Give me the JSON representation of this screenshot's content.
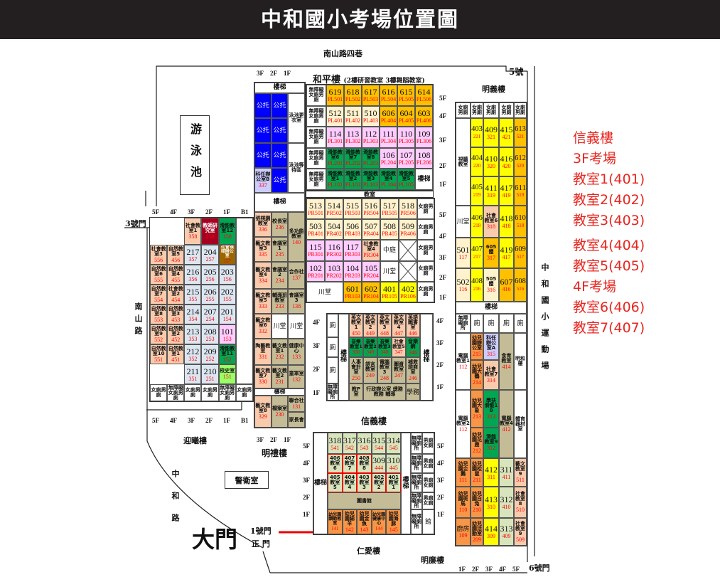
{
  "title": "中和國小考場位置圖",
  "palette": {
    "or": "#ffc000",
    "cr": "#fff2cc",
    "pk": "#ffccff",
    "gr": "#00a651",
    "sa": "#f8cbad",
    "ye": "#ffff00",
    "wh": "#ffffff",
    "tn": "#c4bc96",
    "bl": "#0000ff",
    "lv": "#ccccff",
    "dr": "#a50021",
    "br": "#9c6500",
    "lb": "#dce6f1",
    "lg": "#d8e4bc",
    "og": "#f79646",
    "mg": "#99ff66",
    "ex": "#d8e4bc",
    "none": "transparent"
  },
  "labels": {
    "road_top": "南山路四巷",
    "gate5": "5號",
    "gate3": "3號門",
    "road_left": "南山路",
    "road_zhonghe": "中和路",
    "guard": "警衛室",
    "main_gate": "大門",
    "gate1": "1號門",
    "gate1_sub": "正  門",
    "gate6": "6號門",
    "pool": "游泳池",
    "playground": "中和國小運動場",
    "heping": "和平樓",
    "heping_note": "(2樓研習教室 3樓舞蹈教室)",
    "heping_mid": "教室",
    "yingxi": "迎曦樓",
    "minli": "明禮樓",
    "mingyi": "明義樓",
    "xinyi": "信義樓",
    "renai": "仁愛樓",
    "minglian": "明廉樓"
  },
  "floors": {
    "heping": [
      "5F",
      "4F",
      "3F",
      "2F",
      "1F",
      "5F",
      "4F",
      "3F",
      "2F",
      "1F"
    ],
    "yingxi_top": [
      "5F",
      "4F",
      "3F",
      "2F",
      "1F",
      "B1"
    ],
    "yingxi_bottom": [
      "5F",
      "4F",
      "3F",
      "2F",
      "1F",
      "B1"
    ],
    "minli_top": [
      "3F",
      "2F",
      "1F"
    ],
    "minli_bottom": [
      "3F",
      "2F",
      "1F"
    ],
    "xinyi_left": [
      "4F",
      "3F",
      "2F",
      "1F"
    ],
    "xinyi_right": [
      "4F",
      "3F",
      "2F",
      "1F"
    ],
    "renai_left": [
      "5F",
      "4F",
      "3F",
      "2F",
      "1F"
    ],
    "renai_right": [
      "5F",
      "4F",
      "3F",
      "2F",
      "1F"
    ],
    "mingyi_bottom": [
      "1F",
      "2F",
      "3F",
      "4F",
      "5F"
    ]
  },
  "legend": [
    "信義樓",
    "3F考場",
    "教室1(401)",
    "教室2(402)",
    "教室3(403)",
    "教室4(404)",
    "教室5(405)",
    "4F考場",
    "教室6(406)",
    "教室7(407)"
  ],
  "buildings": {
    "heping_top": [
      [
        "無障礙女廁男廁",
        "",
        "wh"
      ],
      [
        "619",
        "PL501",
        "or"
      ],
      [
        "618",
        "PL502",
        "or"
      ],
      [
        "617",
        "PL503",
        "or"
      ],
      [
        "616",
        "PL504",
        "or"
      ],
      [
        "615",
        "PL505",
        "or"
      ],
      [
        "614",
        "PL506",
        "or"
      ],
      [
        "無障礙女廁男廁",
        "",
        "wh"
      ],
      [
        "512",
        "PL401",
        "cr"
      ],
      [
        "511",
        "PL402",
        "cr"
      ],
      [
        "510",
        "PL403",
        "cr"
      ],
      [
        "606",
        "PL404",
        "or"
      ],
      [
        "604",
        "PL405",
        "or"
      ],
      [
        "603",
        "PL406",
        "or"
      ],
      [
        "無障礙女廁男廁",
        "",
        "wh"
      ],
      [
        "114",
        "PL301",
        "pk"
      ],
      [
        "113",
        "PL302",
        "pk"
      ],
      [
        "112",
        "PL303",
        "pk"
      ],
      [
        "111",
        "PL304",
        "pk"
      ],
      [
        "110",
        "PL305",
        "pk"
      ],
      [
        "109",
        "PL306",
        "pk"
      ],
      [
        "無障礙女廁男廁",
        "",
        "wh"
      ],
      [
        "滑能教室6",
        "PL201",
        "gr"
      ],
      [
        "滑能教室7",
        "PL202",
        "gr"
      ],
      [
        "滑能教室8",
        "PL203",
        "gr"
      ],
      [
        "106",
        "PL204",
        "pk"
      ],
      [
        "107",
        "PL205",
        "pk"
      ],
      [
        "108",
        "PL206",
        "pk"
      ],
      [
        "無障礙女廁男廁",
        "",
        "wh"
      ],
      [
        "滑能教室1",
        "PL101",
        "gr"
      ],
      [
        "滑能教室2",
        "PL102",
        "gr"
      ],
      [
        "滑能教室3",
        "PL103",
        "gr"
      ],
      [
        "滑能教室4",
        "PL104",
        "gr"
      ],
      [
        "滑能教室5",
        "PL105",
        "gr"
      ],
      [
        "樓梯",
        "",
        "wh"
      ]
    ],
    "heping_bottom": [
      [
        "513",
        "PR501",
        "cr"
      ],
      [
        "514",
        "PR502",
        "cr"
      ],
      [
        "515",
        "PR503",
        "cr"
      ],
      [
        "516",
        "PR504",
        "cr"
      ],
      [
        "517",
        "PR505",
        "cr"
      ],
      [
        "518",
        "PR506",
        "cr"
      ],
      [
        "女廁男廁",
        "",
        "wh"
      ],
      [
        "503",
        "PR401",
        "cr"
      ],
      [
        "504",
        "PR402",
        "cr"
      ],
      [
        "506",
        "PR403",
        "cr"
      ],
      [
        "507",
        "PR404",
        "cr"
      ],
      [
        "508",
        "PR405",
        "cr"
      ],
      [
        "509",
        "PR406",
        "cr"
      ],
      [
        "女廁男廁",
        "",
        "wh"
      ],
      [
        "115",
        "PR301",
        "pk"
      ],
      [
        "116",
        "PR302",
        "pk"
      ],
      [
        "117",
        "PR303",
        "pk"
      ],
      [
        "社會教室4",
        "PR304",
        "sa"
      ],
      [
        "中庭",
        "",
        "wh"
      ],
      [
        "",
        "",
        "wh"
      ],
      [
        "女廁男廁",
        "",
        "wh"
      ],
      [
        "102",
        "PR201",
        "pk"
      ],
      [
        "103",
        "PR202",
        "pk"
      ],
      [
        "104",
        "PR203",
        "pk"
      ],
      [
        "105",
        "PR204",
        "pk"
      ],
      [
        "川堂",
        "",
        "wh"
      ],
      [
        "",
        "",
        "wh"
      ],
      [
        "女廁男廁",
        "",
        "wh"
      ],
      [
        "川堂",
        "",
        "wh"
      ],
      [
        "601",
        "PR103",
        "or"
      ],
      [
        "602",
        "PR104",
        "or"
      ],
      [
        "401",
        "PR105",
        "ye"
      ],
      [
        "402",
        "PR106",
        "ye"
      ],
      [
        "女廁男廁",
        "",
        "wh"
      ]
    ],
    "xinyi": [
      [
        "廁",
        "",
        "wh"
      ],
      [
        "樓梯",
        "",
        "wh"
      ],
      [
        "英文教室1",
        "450",
        "sa"
      ],
      [
        "英文教室2",
        "449",
        "sa"
      ],
      [
        "英文教室3",
        "448",
        "sa"
      ],
      [
        "英文教室4",
        "447",
        "sa"
      ],
      [
        "英語圖書室",
        "446",
        "sa"
      ],
      [
        "樓梯",
        "",
        "wh"
      ],
      [
        "廁",
        "",
        "wh"
      ],
      [
        "音樂教室1",
        "350",
        "gr"
      ],
      [
        "音樂教室2",
        "349",
        "gr"
      ],
      [
        "音樂教室3",
        "348",
        "gr"
      ],
      [
        "社會教室5",
        "347",
        "sa"
      ],
      [
        "音樂網",
        "346",
        "gr"
      ],
      [
        "廁",
        "",
        "wh"
      ],
      [
        "人事會計室",
        "250",
        "tn"
      ],
      [
        "語言教室",
        "249",
        "tn"
      ],
      [
        "電腦教室3",
        "248",
        "tn"
      ],
      [
        "圖資教室",
        "247",
        "tn"
      ],
      [
        "補救諮商室",
        "246",
        "tn"
      ],
      [
        "無障礙廁所",
        "",
        "wh"
      ],
      [
        "教P室",
        "",
        "tn"
      ],
      [
        "行政辦公室 總務 教務 輔導",
        "",
        "tn"
      ],
      [
        "學務",
        "",
        "tn"
      ]
    ],
    "yingxi": [
      [
        "",
        "",
        "none"
      ],
      [
        "",
        "",
        "none"
      ],
      [
        "社會教室1",
        "358",
        "sa"
      ],
      [
        "教師研究室",
        "258",
        "dr"
      ],
      [
        "滑能教室12",
        "158",
        "gr"
      ],
      [
        "",
        "",
        "wh"
      ],
      [
        "社會教室3",
        "556",
        "sa"
      ],
      [
        "自然教室5",
        "456",
        "sa"
      ],
      [
        "217",
        "357",
        "lb"
      ],
      [
        "204",
        "257",
        "lb"
      ],
      [
        "社會領域辦公室",
        "157",
        "br"
      ],
      [
        "自然教室6",
        "555",
        "sa"
      ],
      [
        "自然教室4",
        "455",
        "sa"
      ],
      [
        "216",
        "356",
        "lb"
      ],
      [
        "205",
        "256",
        "lb"
      ],
      [
        "203",
        "156",
        "lb"
      ],
      [
        "自然教室7",
        "554",
        "sa"
      ],
      [
        "社會教室2",
        "454",
        "sa"
      ],
      [
        "215",
        "355",
        "lb"
      ],
      [
        "206",
        "255",
        "lb"
      ],
      [
        "202",
        "155",
        "lb"
      ],
      [
        "自然教室8",
        "553",
        "sa"
      ],
      [
        "自然教室3",
        "453",
        "sa"
      ],
      [
        "214",
        "354",
        "lb"
      ],
      [
        "207",
        "254",
        "lb"
      ],
      [
        "201",
        "154",
        "lb"
      ],
      [
        "自然教室9",
        "552",
        "sa"
      ],
      [
        "自然教室2",
        "452",
        "sa"
      ],
      [
        "213",
        "353",
        "lb"
      ],
      [
        "208",
        "253",
        "lb"
      ],
      [
        "101",
        "153",
        "pk"
      ],
      [
        "自然教室10",
        "551",
        "sa"
      ],
      [
        "自然教室1",
        "451",
        "sa"
      ],
      [
        "212",
        "352",
        "lb"
      ],
      [
        "209",
        "252",
        "lb"
      ],
      [
        "滑能教室11",
        "152",
        "gr"
      ],
      [
        "",
        "",
        "none"
      ],
      [
        "",
        "",
        "none"
      ],
      [
        "211",
        "351",
        "lb"
      ],
      [
        "210",
        "251",
        "lb"
      ],
      [
        "校史室",
        "151",
        "mg"
      ],
      [
        "女廁男廁",
        "",
        "wh"
      ],
      [
        "無障礙女廁男廁",
        "",
        "wh"
      ],
      [
        "女廁男廁",
        "",
        "wh"
      ],
      [
        "女廁男廁",
        "",
        "wh"
      ],
      [
        "無障礙女廁男廁",
        "",
        "wh"
      ],
      [
        "女廁男廁",
        "",
        "wh"
      ]
    ],
    "minli": [
      [
        "樓梯",
        "",
        "wh"
      ],
      [
        "公托",
        "",
        "bl"
      ],
      [
        "公托",
        "",
        "bl"
      ],
      [
        "泳池更衣室",
        "",
        "wh"
      ],
      [
        "公托",
        "",
        "bl"
      ],
      [
        "公托",
        "",
        "bl"
      ],
      [
        "公托",
        "",
        "bl"
      ],
      [
        "公托",
        "",
        "bl"
      ],
      [
        "泳池等待區",
        "",
        "wh"
      ],
      [
        "科任辦公室B",
        "337",
        "lv"
      ],
      [
        "公托",
        "",
        "bl"
      ],
      [
        "樓梯",
        "",
        "wh"
      ],
      [
        "張棋園教室",
        "336",
        "sa"
      ],
      [
        "校長室",
        "236",
        "tn"
      ],
      [
        "多功能教室",
        "140",
        "tn"
      ],
      [
        "藝文教室3",
        "335",
        "sa"
      ],
      [
        "會議室1",
        "235",
        "tn"
      ],
      [
        "藝文教室4",
        "334",
        "sa"
      ],
      [
        "會議室2",
        "234",
        "tn"
      ],
      [
        "合作社",
        "137",
        "tn"
      ],
      [
        "藝文教室5",
        "333",
        "sa"
      ],
      [
        "輔導班教室",
        "233",
        "tn"
      ],
      [
        "會議室3",
        "138",
        "tn"
      ],
      [
        "藝文教室6",
        "332",
        "sa"
      ],
      [
        "川堂",
        "",
        "wh"
      ],
      [
        "川堂",
        "",
        "wh"
      ],
      [
        "陶藝教室",
        "331",
        "sa"
      ],
      [
        "藝文教室1",
        "232",
        "tn"
      ],
      [
        "健康中心",
        "133",
        "tn"
      ],
      [
        "藝文教室7",
        "330",
        "sa"
      ],
      [
        "藝文教室2",
        "231",
        "tn"
      ],
      [
        "童軍室",
        "132",
        "tn"
      ],
      [
        "樓梯",
        "",
        "wh"
      ],
      [
        "藝文教室8",
        "329",
        "sa"
      ],
      [
        "檔案室",
        "230",
        "tn"
      ],
      [
        "聯合社",
        "131",
        "tn"
      ],
      [
        "家長會",
        "",
        "tn"
      ]
    ],
    "mingyi": [
      [
        "女廁男廁",
        "",
        "wh"
      ],
      [
        "女廁男廁",
        "",
        "wh"
      ],
      [
        "女廁男廁",
        "",
        "wh"
      ],
      [
        "女廁男廁",
        "",
        "wh"
      ],
      [
        "女廁男廁",
        "",
        "wh"
      ],
      [
        "視聽教室",
        "",
        "wh"
      ],
      [
        "403",
        "221",
        "ye"
      ],
      [
        "409",
        "321",
        "ye"
      ],
      [
        "415",
        "421",
        "ye"
      ],
      [
        "613",
        "521",
        "or"
      ],
      [
        "404",
        "220",
        "ye"
      ],
      [
        "410",
        "320",
        "ye"
      ],
      [
        "416",
        "420",
        "ye"
      ],
      [
        "612",
        "520",
        "or"
      ],
      [
        "405",
        "219",
        "ye"
      ],
      [
        "411",
        "319",
        "ye"
      ],
      [
        "417",
        "419",
        "ye"
      ],
      [
        "611",
        "519",
        "or"
      ],
      [
        "川堂",
        "",
        "wh"
      ],
      [
        "406",
        "218",
        "ye"
      ],
      [
        "社會教室6",
        "318",
        "sa"
      ],
      [
        "418",
        "418",
        "ye"
      ],
      [
        "610",
        "518",
        "or"
      ],
      [
        "501",
        "117",
        "cr"
      ],
      [
        "407",
        "217",
        "ye"
      ],
      [
        "605體",
        "317",
        "or"
      ],
      [
        "419",
        "417",
        "ye"
      ],
      [
        "609",
        "517",
        "or"
      ],
      [
        "502",
        "116",
        "cr"
      ],
      [
        "408",
        "216",
        "ye"
      ],
      [
        "505體",
        "316",
        "cr"
      ],
      [
        "607",
        "416",
        "or"
      ],
      [
        "608",
        "516",
        "or"
      ],
      [
        "樓梯",
        "",
        "wh"
      ],
      [
        "無障礙廁所",
        "",
        "wh"
      ],
      [
        "廁",
        "",
        "wh"
      ],
      [
        "廁",
        "",
        "wh"
      ],
      [
        "廁",
        "",
        "wh"
      ],
      [
        "廁",
        "",
        "wh"
      ],
      [
        "電腦教室1",
        "112",
        "wh"
      ],
      [
        "幼兒園辦公室",
        "215",
        "og"
      ],
      [
        "科任辦公室A",
        "315",
        "lv"
      ],
      [
        "食育教室",
        "414",
        "tn"
      ],
      [
        "明和樓",
        "",
        "wh"
      ],
      [
        "幼兒園大鵝",
        "214",
        "og"
      ],
      [
        "社會教室7",
        "314",
        "sa"
      ],
      [
        "電腦教室2",
        "112",
        "wh"
      ],
      [
        "幼兒園大象",
        "213",
        "og"
      ],
      [
        "學扶滑能10",
        "313",
        "gr"
      ],
      [
        "電腦教室4",
        "412",
        "tn"
      ],
      [
        "體育器材室",
        "",
        "wh"
      ],
      [
        "幼兒園花鹿",
        "212",
        "og"
      ],
      [
        "滑能教室9",
        "312",
        "gr"
      ],
      [
        "幼兒園企鵝",
        "111",
        "og"
      ],
      [
        "幼兒園松鼠",
        "211",
        "og"
      ],
      [
        "412",
        "311",
        "ye"
      ],
      [
        "311",
        "411",
        "lg"
      ],
      [
        "藝文教室9",
        "511",
        "sa"
      ],
      [
        "幼兒園斑馬",
        "110",
        "og"
      ],
      [
        "幼兒園白兔",
        "210",
        "og"
      ],
      [
        "413",
        "310",
        "ye"
      ],
      [
        "312",
        "410",
        "lg"
      ],
      [
        "社會教室8",
        "510",
        "sa"
      ],
      [
        "廚房",
        "109",
        "og"
      ],
      [
        "幼兒園活動室",
        "209",
        "og"
      ],
      [
        "414",
        "309",
        "ye"
      ],
      [
        "313",
        "409",
        "lg"
      ],
      [
        "社會教室9",
        "509",
        "sa"
      ]
    ],
    "renai": [
      [
        "樓梯",
        "",
        "wh"
      ],
      [
        "318",
        "541",
        "lg"
      ],
      [
        "317",
        "542",
        "lg"
      ],
      [
        "316",
        "543",
        "lg"
      ],
      [
        "315",
        "544",
        "lg"
      ],
      [
        "314",
        "545",
        "lg"
      ],
      [
        "樓梯",
        "",
        "wh"
      ],
      [
        "無障礙廁所",
        "",
        "wh"
      ],
      [
        "男廁女廁",
        "",
        "wh"
      ],
      [
        "406 教室6",
        "",
        "ex"
      ],
      [
        "407 教室7",
        "",
        "ex"
      ],
      [
        "408 教室8",
        "",
        "ex"
      ],
      [
        "309",
        "444",
        "lg"
      ],
      [
        "310",
        "445",
        "lg"
      ],
      [
        "無障礙廁所",
        "",
        "wh"
      ],
      [
        "男廁女廁",
        "",
        "wh"
      ],
      [
        "405 教室5",
        "",
        "ex"
      ],
      [
        "404 教室4",
        "",
        "ex"
      ],
      [
        "403 教室3",
        "",
        "ex"
      ],
      [
        "402 教室2",
        "",
        "ex"
      ],
      [
        "401 教室1",
        "",
        "ex"
      ],
      [
        "無障礙廁所",
        "",
        "wh"
      ],
      [
        "男廁女廁",
        "",
        "wh"
      ],
      [
        "圖書館",
        "",
        "tn"
      ],
      [
        "無障礙廁所",
        "",
        "wh"
      ],
      [
        "男廁女廁",
        "",
        "wh"
      ],
      [
        "幼兒園韻動教室",
        "141",
        "og"
      ],
      [
        "幼兒園綿羊",
        "142",
        "og"
      ],
      [
        "幼兒園金魚",
        "143",
        "og"
      ],
      [
        "幼兒園健康中心",
        "144",
        "og"
      ],
      [
        "幼兒園海豚",
        "145",
        "og"
      ],
      [
        "無障礙廁所",
        "",
        "wh"
      ],
      [
        "館",
        "",
        "wh"
      ]
    ]
  }
}
